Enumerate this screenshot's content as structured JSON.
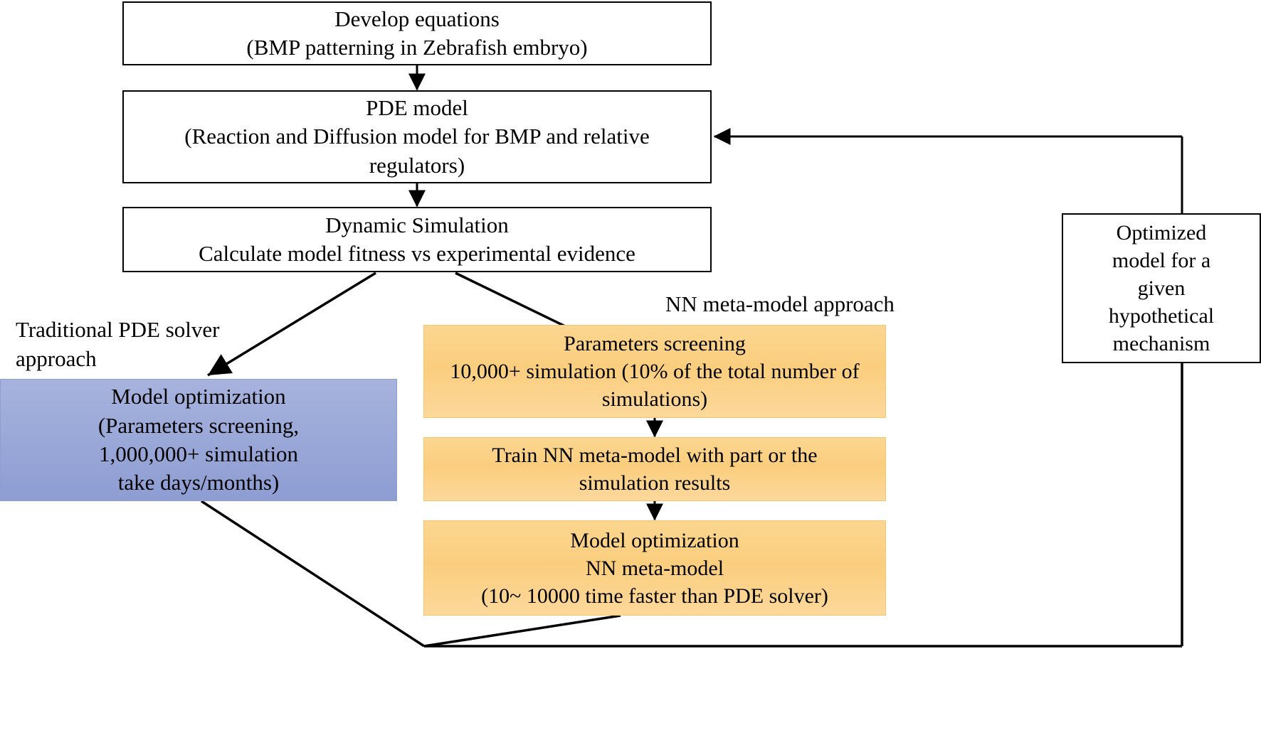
{
  "diagram": {
    "title": "PDE model and NN meta-model workflow",
    "colors": {
      "background": "#ffffff",
      "stroke": "#000000",
      "orange_fill": "#fbd28a",
      "blue_fill": "#9aa8d8",
      "white_fill": "#ffffff"
    },
    "captions": [
      {
        "id": "traditional-approach",
        "line1": "Traditional PDE",
        "line2": "solver approach"
      },
      {
        "id": "nn-approach",
        "line1": "NN meta-model approach",
        "line2": ""
      }
    ],
    "nodes": [
      {
        "id": "develop-equations",
        "style": "white",
        "lines": [
          "Develop equations",
          "(BMP patterning in Zebrafish embryo)"
        ]
      },
      {
        "id": "pde-model",
        "style": "white",
        "lines": [
          "PDE model",
          "(Reaction and Diffusion model for BMP and relative",
          "regulators)"
        ]
      },
      {
        "id": "dynamic-simulation",
        "style": "white",
        "lines": [
          "Dynamic Simulation",
          "Calculate model fitness vs experimental evidence"
        ]
      },
      {
        "id": "model-optimization-pde",
        "style": "blue",
        "lines": [
          "Model optimization",
          "(Parameters screening,",
          "1,000,000+ simulation",
          "take days/months)"
        ]
      },
      {
        "id": "parameters-screening",
        "style": "orange",
        "lines": [
          "Parameters screening",
          "10,000+ simulation (10% of the total number of",
          "simulations)"
        ]
      },
      {
        "id": "train-nn-meta-model",
        "style": "orange",
        "lines": [
          "Train NN meta-model with part or the",
          "simulation results"
        ]
      },
      {
        "id": "model-optimization-nn",
        "style": "orange",
        "lines": [
          "Model optimization",
          "NN meta-model",
          "(10~ 10000 time faster than PDE solver)"
        ]
      },
      {
        "id": "optimized-model",
        "style": "white",
        "lines": [
          "Optimized",
          "model for a",
          "given",
          "hypothetical",
          "mechanism"
        ]
      }
    ],
    "edges": [
      {
        "from": "develop-equations",
        "to": "pde-model",
        "kind": "arrow-down"
      },
      {
        "from": "pde-model",
        "to": "dynamic-simulation",
        "kind": "arrow-down"
      },
      {
        "from": "dynamic-simulation",
        "to": "model-optimization-pde",
        "kind": "arrow-diagonal-left"
      },
      {
        "from": "dynamic-simulation",
        "to": "parameters-screening",
        "kind": "arrow-diagonal-right"
      },
      {
        "from": "parameters-screening",
        "to": "train-nn-meta-model",
        "kind": "arrow-down"
      },
      {
        "from": "train-nn-meta-model",
        "to": "model-optimization-nn",
        "kind": "arrow-down"
      },
      {
        "from": "model-optimization-pde",
        "to": "optimized-model",
        "kind": "line-bottom-loop"
      },
      {
        "from": "model-optimization-nn",
        "to": "optimized-model",
        "kind": "line-bottom-loop"
      },
      {
        "from": "optimized-model",
        "to": "pde-model",
        "kind": "arrow-feedback-left"
      }
    ]
  }
}
